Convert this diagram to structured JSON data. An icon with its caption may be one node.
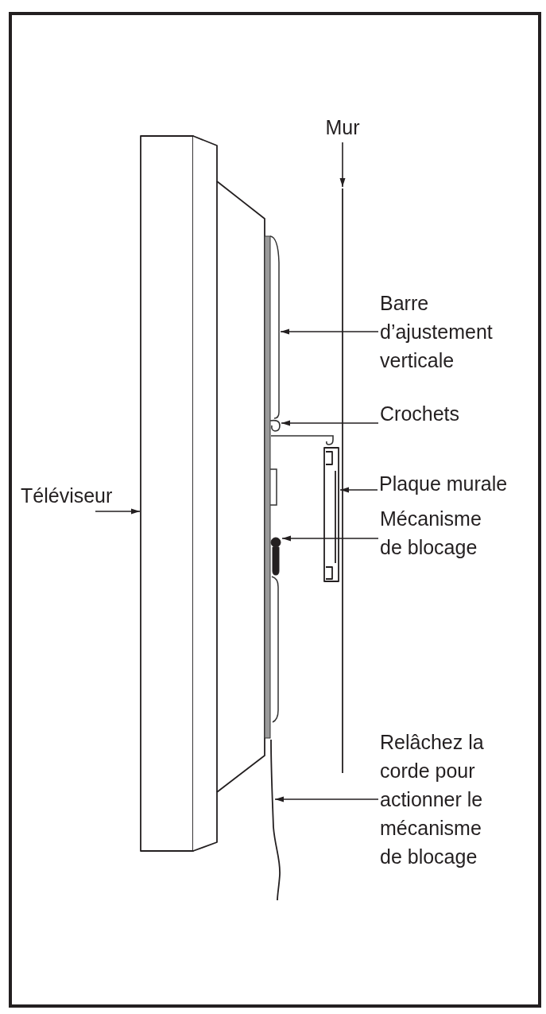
{
  "diagram": {
    "nodes": [
      {
        "text": [
          "Mur"
        ]
      },
      {
        "text": [],
        "shape": "line"
      },
      {
        "text": [
          "Barre d’ajustement verticale"
        ]
      },
      {
        "text": [],
        "shape": "bar"
      },
      {
        "text": [
          "Crochets"
        ]
      },
      {
        "text": [],
        "shape": "hook"
      },
      {
        "text": [
          "Téléviseur"
        ]
      },
      {
        "text": [],
        "shape": "box"
      },
      {
        "text": [
          "Plaque murale"
        ]
      },
      {
        "text": [],
        "shape": "box"
      },
      {
        "text": [
          "Mécanisme de blocage"
        ]
      },
      {
        "text": [],
        "shape": "picture"
      },
      {
        "text": [
          "Relâchez la corde pour actionner le mécanisme de blocage"
        ]
      },
      {
        "text": [],
        "shape": "line"
      }
    ],
    "edges": [
      {
        "from": 0,
        "to": 1,
        "arrow": "to"
      },
      {
        "from": 2,
        "to": 3,
        "arrow": "to"
      },
      {
        "from": 4,
        "to": 5,
        "arrow": "to"
      },
      {
        "from": 6,
        "to": 7,
        "arrow": "to"
      },
      {
        "from": 8,
        "to": 9,
        "arrow": "to"
      },
      {
        "from": 10,
        "to": 11,
        "arrow": "to"
      },
      {
        "from": 12,
        "to": 13,
        "arrow": "to"
      }
    ]
  }
}
